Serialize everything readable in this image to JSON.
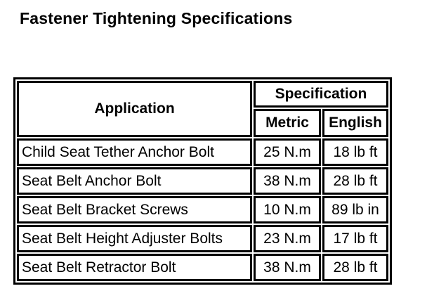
{
  "page": {
    "title": "Fastener Tightening Specifications"
  },
  "table": {
    "header": {
      "application": "Application",
      "specification": "Specification",
      "metric": "Metric",
      "english": "English"
    },
    "rows": [
      {
        "application": "Child Seat Tether Anchor Bolt",
        "metric": "25 N.m",
        "english": "18 lb ft"
      },
      {
        "application": "Seat Belt Anchor Bolt",
        "metric": "38 N.m",
        "english": "28 lb ft"
      },
      {
        "application": "Seat Belt Bracket Screws",
        "metric": "10 N.m",
        "english": "89 lb in"
      },
      {
        "application": "Seat Belt Height Adjuster Bolts",
        "metric": "23 N.m",
        "english": "17 lb ft"
      },
      {
        "application": "Seat Belt Retractor Bolt",
        "metric": "38 N.m",
        "english": "28 lb ft"
      }
    ],
    "colors": {
      "border": "#000000",
      "background": "#ffffff",
      "text": "#000000"
    }
  }
}
